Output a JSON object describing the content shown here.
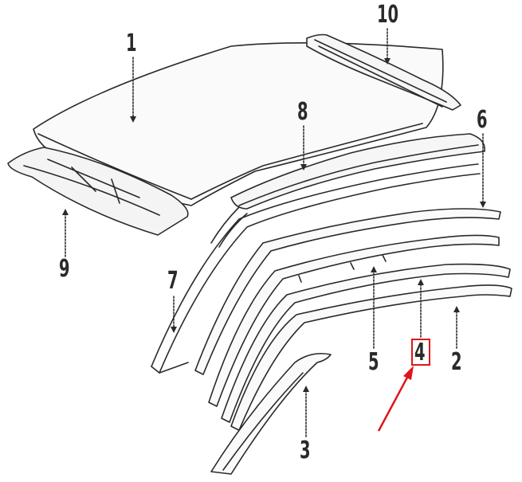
{
  "diagram": {
    "type": "exploded parts diagram - vehicle roof panel and rails",
    "callouts": [
      {
        "id": "1",
        "label": "1"
      },
      {
        "id": "2",
        "label": "2"
      },
      {
        "id": "3",
        "label": "3"
      },
      {
        "id": "4",
        "label": "4",
        "highlighted": true
      },
      {
        "id": "5",
        "label": "5"
      },
      {
        "id": "6",
        "label": "6"
      },
      {
        "id": "7",
        "label": "7"
      },
      {
        "id": "8",
        "label": "8"
      },
      {
        "id": "9",
        "label": "9"
      },
      {
        "id": "10",
        "label": "10"
      }
    ],
    "highlight_color": "#e0141a",
    "line_color": "#2a2a2a"
  }
}
